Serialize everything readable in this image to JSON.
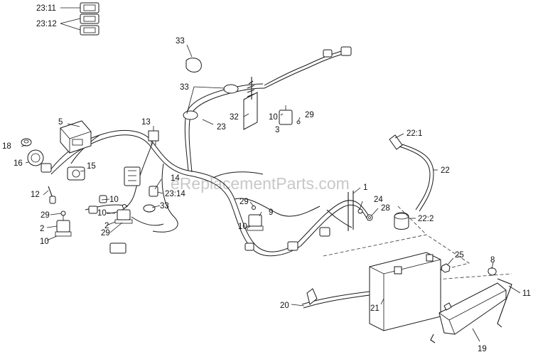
{
  "watermark": "eReplacementParts.com",
  "labels": {
    "l_23_11": "23:11",
    "l_23_12": "23:12",
    "l_33_top": "33",
    "l_33_mid": "33",
    "l_33_low": "33",
    "l_5": "5",
    "l_13": "13",
    "l_18": "18",
    "l_16": "16",
    "l_15": "15",
    "l_12": "12",
    "l_29_a": "29",
    "l_29_b": "29",
    "l_29_c": "29",
    "l_29_d": "29",
    "l_2_a": "2",
    "l_2_b": "2",
    "l_10_a": "10",
    "l_10_b": "10",
    "l_10_c": "10",
    "l_10_d": "10",
    "l_14": "14",
    "l_23_14": "23:14",
    "l_23": "23",
    "l_32": "32",
    "l_3": "3",
    "l_9": "9",
    "l_1": "1",
    "l_24": "24",
    "l_28": "28",
    "l_22_1": "22:1",
    "l_22": "22",
    "l_22_2": "22:2",
    "l_25": "25",
    "l_8": "8",
    "l_11": "11",
    "l_20": "20",
    "l_21": "21",
    "l_19": "19"
  }
}
